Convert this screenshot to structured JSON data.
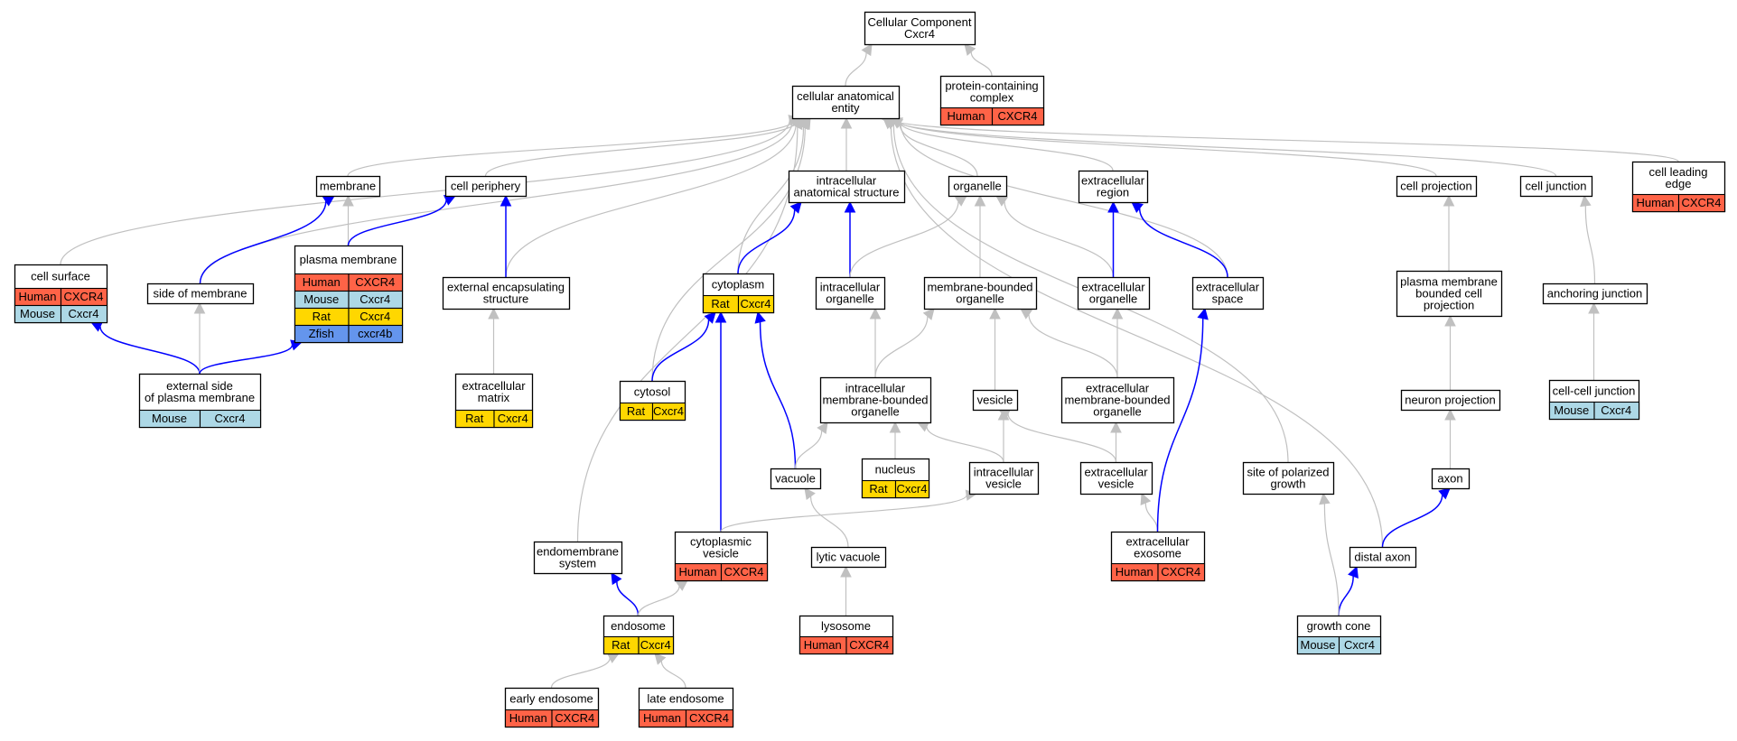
{
  "colors": {
    "human": "#ff6347",
    "mouse": "#add8e6",
    "rat": "#ffd700",
    "zfish": "#6495ed",
    "blue_edge": "#0000ff",
    "gray_edge": "#c0c0c0"
  },
  "nodes": {
    "root": {
      "lines": [
        "Cellular Component",
        "Cxcr4"
      ]
    },
    "cae": {
      "lines": [
        "cellular anatomical",
        "entity"
      ]
    },
    "pcc": {
      "lines": [
        "protein-containing",
        "complex"
      ],
      "rows": [
        [
          "Human",
          "CXCR4"
        ]
      ]
    },
    "membrane": {
      "lines": [
        "membrane"
      ]
    },
    "periphery": {
      "lines": [
        "cell periphery"
      ]
    },
    "ias": {
      "lines": [
        "intracellular",
        "anatomical structure"
      ]
    },
    "organelle": {
      "lines": [
        "organelle"
      ]
    },
    "exreg": {
      "lines": [
        "extracellular",
        "region"
      ]
    },
    "cellproj": {
      "lines": [
        "cell projection"
      ]
    },
    "celljunc": {
      "lines": [
        "cell junction"
      ]
    },
    "leading": {
      "lines": [
        "cell leading",
        "edge"
      ],
      "rows": [
        [
          "Human",
          "CXCR4"
        ]
      ]
    },
    "surface": {
      "lines": [
        "cell surface"
      ],
      "rows": [
        [
          "Human",
          "CXCR4"
        ],
        [
          "Mouse",
          "Cxcr4"
        ]
      ]
    },
    "sidemem": {
      "lines": [
        "side of membrane"
      ]
    },
    "pm": {
      "lines": [
        "plasma membrane"
      ],
      "rows": [
        [
          "Human",
          "CXCR4"
        ],
        [
          "Mouse",
          "Cxcr4"
        ],
        [
          "Rat",
          "Cxcr4"
        ],
        [
          "Zfish",
          "cxcr4b"
        ]
      ]
    },
    "ees": {
      "lines": [
        "external encapsulating",
        "structure"
      ]
    },
    "cytoplasm": {
      "lines": [
        "cytoplasm"
      ],
      "rows": [
        [
          "Rat",
          "Cxcr4"
        ]
      ]
    },
    "intorg": {
      "lines": [
        "intracellular",
        "organelle"
      ]
    },
    "mbo": {
      "lines": [
        "membrane-bounded",
        "organelle"
      ]
    },
    "exorg": {
      "lines": [
        "extracellular",
        "organelle"
      ]
    },
    "exspace": {
      "lines": [
        "extracellular",
        "space"
      ]
    },
    "pmbcp": {
      "lines": [
        "plasma membrane",
        "bounded cell",
        "projection"
      ]
    },
    "anchor": {
      "lines": [
        "anchoring junction"
      ]
    },
    "extside": {
      "lines": [
        "external side",
        "of plasma membrane"
      ],
      "rows": [
        [
          "Mouse",
          "Cxcr4"
        ]
      ]
    },
    "ecm": {
      "lines": [
        "extracellular",
        "matrix"
      ],
      "rows": [
        [
          "Rat",
          "Cxcr4"
        ]
      ]
    },
    "cytosol": {
      "lines": [
        "cytosol"
      ],
      "rows": [
        [
          "Rat",
          "Cxcr4"
        ]
      ]
    },
    "imbo": {
      "lines": [
        "intracellular",
        "membrane-bounded",
        "organelle"
      ]
    },
    "vesicle": {
      "lines": [
        "vesicle"
      ]
    },
    "embo": {
      "lines": [
        "extracellular",
        "membrane-bounded",
        "organelle"
      ]
    },
    "neuronproj": {
      "lines": [
        "neuron projection"
      ]
    },
    "ccj": {
      "lines": [
        "cell-cell junction"
      ],
      "rows": [
        [
          "Mouse",
          "Cxcr4"
        ]
      ]
    },
    "vacuole": {
      "lines": [
        "vacuole"
      ]
    },
    "nucleus": {
      "lines": [
        "nucleus"
      ],
      "rows": [
        [
          "Rat",
          "Cxcr4"
        ]
      ]
    },
    "intves": {
      "lines": [
        "intracellular",
        "vesicle"
      ]
    },
    "exves": {
      "lines": [
        "extracellular",
        "vesicle"
      ]
    },
    "spg": {
      "lines": [
        "site of polarized",
        "growth"
      ]
    },
    "axon": {
      "lines": [
        "axon"
      ]
    },
    "endomem": {
      "lines": [
        "endomembrane",
        "system"
      ]
    },
    "cytves": {
      "lines": [
        "cytoplasmic",
        "vesicle"
      ],
      "rows": [
        [
          "Human",
          "CXCR4"
        ]
      ]
    },
    "lytic": {
      "lines": [
        "lytic vacuole"
      ]
    },
    "exosome": {
      "lines": [
        "extracellular",
        "exosome"
      ],
      "rows": [
        [
          "Human",
          "CXCR4"
        ]
      ]
    },
    "distal": {
      "lines": [
        "distal axon"
      ]
    },
    "endosome": {
      "lines": [
        "endosome"
      ],
      "rows": [
        [
          "Rat",
          "Cxcr4"
        ]
      ]
    },
    "lysosome": {
      "lines": [
        "lysosome"
      ],
      "rows": [
        [
          "Human",
          "CXCR4"
        ]
      ]
    },
    "growthcone": {
      "lines": [
        "growth cone"
      ],
      "rows": [
        [
          "Mouse",
          "Cxcr4"
        ]
      ]
    },
    "early": {
      "lines": [
        "early endosome"
      ],
      "rows": [
        [
          "Human",
          "CXCR4"
        ]
      ]
    },
    "late": {
      "lines": [
        "late endosome"
      ],
      "rows": [
        [
          "Human",
          "CXCR4"
        ]
      ]
    }
  },
  "edges": [
    {
      "from": "cae",
      "to": "root",
      "color": "gray"
    },
    {
      "from": "pcc",
      "to": "root",
      "color": "gray"
    },
    {
      "from": "membrane",
      "to": "cae",
      "color": "gray"
    },
    {
      "from": "periphery",
      "to": "cae",
      "color": "gray"
    },
    {
      "from": "ias",
      "to": "cae",
      "color": "gray"
    },
    {
      "from": "organelle",
      "to": "cae",
      "color": "gray"
    },
    {
      "from": "exreg",
      "to": "cae",
      "color": "gray"
    },
    {
      "from": "cellproj",
      "to": "cae",
      "color": "gray"
    },
    {
      "from": "celljunc",
      "to": "cae",
      "color": "gray"
    },
    {
      "from": "leading",
      "to": "cae",
      "color": "gray"
    },
    {
      "from": "surface",
      "to": "cae",
      "color": "gray"
    },
    {
      "from": "sidemem",
      "to": "cae",
      "color": "gray"
    },
    {
      "from": "ees",
      "to": "cae",
      "color": "gray"
    },
    {
      "from": "cytoplasm",
      "to": "cae",
      "color": "gray"
    },
    {
      "from": "cytosol",
      "to": "cae",
      "color": "gray"
    },
    {
      "from": "exspace",
      "to": "cae",
      "color": "gray"
    },
    {
      "from": "endomem",
      "to": "cae",
      "color": "gray"
    },
    {
      "from": "spg",
      "to": "cae",
      "color": "gray"
    },
    {
      "from": "distal",
      "to": "cae",
      "color": "gray"
    },
    {
      "from": "sidemem",
      "to": "membrane",
      "color": "blue"
    },
    {
      "from": "pm",
      "to": "membrane",
      "color": "gray"
    },
    {
      "from": "pm",
      "to": "periphery",
      "color": "blue"
    },
    {
      "from": "ees",
      "to": "periphery",
      "color": "blue"
    },
    {
      "from": "extside",
      "to": "surface",
      "color": "blue"
    },
    {
      "from": "extside",
      "to": "sidemem",
      "color": "gray"
    },
    {
      "from": "extside",
      "to": "pm",
      "color": "blue"
    },
    {
      "from": "ecm",
      "to": "ees",
      "color": "gray"
    },
    {
      "from": "cytoplasm",
      "to": "ias",
      "color": "blue"
    },
    {
      "from": "intorg",
      "to": "ias",
      "color": "blue"
    },
    {
      "from": "intorg",
      "to": "organelle",
      "color": "gray"
    },
    {
      "from": "mbo",
      "to": "organelle",
      "color": "gray"
    },
    {
      "from": "exorg",
      "to": "organelle",
      "color": "gray"
    },
    {
      "from": "exorg",
      "to": "exreg",
      "color": "blue"
    },
    {
      "from": "exspace",
      "to": "exreg",
      "color": "blue"
    },
    {
      "from": "pmbcp",
      "to": "cellproj",
      "color": "gray"
    },
    {
      "from": "anchor",
      "to": "celljunc",
      "color": "gray"
    },
    {
      "from": "ccj",
      "to": "anchor",
      "color": "gray"
    },
    {
      "from": "neuronproj",
      "to": "pmbcp",
      "color": "gray"
    },
    {
      "from": "axon",
      "to": "neuronproj",
      "color": "gray"
    },
    {
      "from": "distal",
      "to": "axon",
      "color": "blue"
    },
    {
      "from": "growthcone",
      "to": "distal",
      "color": "blue"
    },
    {
      "from": "growthcone",
      "to": "spg",
      "color": "gray"
    },
    {
      "from": "cytosol",
      "to": "cytoplasm",
      "color": "blue"
    },
    {
      "from": "vacuole",
      "to": "cytoplasm",
      "color": "blue"
    },
    {
      "from": "cytves",
      "to": "cytoplasm",
      "color": "blue"
    },
    {
      "from": "imbo",
      "to": "intorg",
      "color": "gray"
    },
    {
      "from": "imbo",
      "to": "mbo",
      "color": "gray"
    },
    {
      "from": "vesicle",
      "to": "mbo",
      "color": "gray"
    },
    {
      "from": "embo",
      "to": "mbo",
      "color": "gray"
    },
    {
      "from": "embo",
      "to": "exorg",
      "color": "gray"
    },
    {
      "from": "vacuole",
      "to": "imbo",
      "color": "gray"
    },
    {
      "from": "nucleus",
      "to": "imbo",
      "color": "gray"
    },
    {
      "from": "intves",
      "to": "imbo",
      "color": "gray"
    },
    {
      "from": "intves",
      "to": "vesicle",
      "color": "gray"
    },
    {
      "from": "exves",
      "to": "vesicle",
      "color": "gray"
    },
    {
      "from": "exves",
      "to": "embo",
      "color": "gray"
    },
    {
      "from": "exosome",
      "to": "exves",
      "color": "gray"
    },
    {
      "from": "exosome",
      "to": "exspace",
      "color": "blue"
    },
    {
      "from": "lytic",
      "to": "vacuole",
      "color": "gray"
    },
    {
      "from": "lysosome",
      "to": "lytic",
      "color": "gray"
    },
    {
      "from": "cytves",
      "to": "intves",
      "color": "gray"
    },
    {
      "from": "endosome",
      "to": "endomem",
      "color": "blue"
    },
    {
      "from": "endosome",
      "to": "cytves",
      "color": "gray"
    },
    {
      "from": "early",
      "to": "endosome",
      "color": "gray"
    },
    {
      "from": "late",
      "to": "endosome",
      "color": "gray"
    }
  ]
}
